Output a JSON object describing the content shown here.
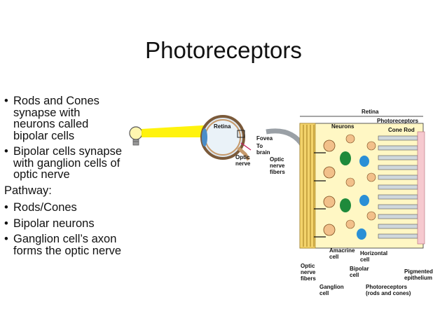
{
  "slide": {
    "title": "Photoreceptors",
    "bullets_top": [
      "Rods and Cones synapse with neurons called bipolar cells",
      "Bipolar cells synapse with ganglion cells of optic nerve"
    ],
    "pathway_label": "Pathway:",
    "bullets_pathway": [
      "Rods/Cones",
      "Bipolar neurons",
      "Ganglion cell’s axon forms the optic nerve"
    ]
  },
  "figure": {
    "labels": {
      "retina_eye": "Retina",
      "fovea": "Fovea",
      "to": "To",
      "brain": "brain",
      "optic": "Optic",
      "nerve": "nerve",
      "retina_top": "Retina",
      "photoreceptors_top": "Photoreceptors",
      "neurons": "Neurons",
      "cone_rod": "Cone Rod",
      "optic_nerve_fibers_1": "Optic",
      "optic_nerve_fibers_2": "nerve",
      "optic_nerve_fibers_3": "fibers",
      "amacrine_1": "Amacrine",
      "amacrine_2": "cell",
      "horizontal_1": "Horizontal",
      "horizontal_2": "cell",
      "bottom_optic_1": "Optic",
      "bottom_optic_2": "nerve",
      "bottom_optic_3": "fibers",
      "bipolar_1": "Bipolar",
      "bipolar_2": "cell",
      "pigmented_1": "Pigmented",
      "pigmented_2": "epithelium",
      "ganglion_1": "Ganglion",
      "ganglion_2": "cell",
      "photo_bottom_1": "Photoreceptors",
      "photo_bottom_2": "(rods and cones)"
    }
  }
}
